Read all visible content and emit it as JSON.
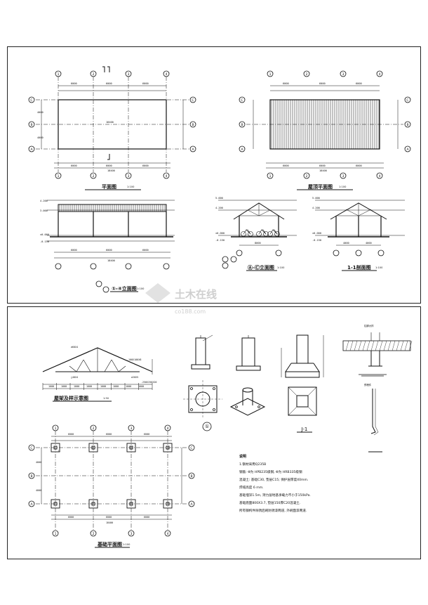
{
  "top_sheet": {
    "plan": {
      "title": "平面图",
      "scale": "1:100",
      "top_dims": [
        "6000",
        "6000",
        "6000"
      ],
      "bottom_dims": [
        "6000",
        "6000",
        "6000"
      ],
      "total": "18400",
      "side_dims": [
        "4000",
        "4000"
      ],
      "axes_x": [
        "1",
        "2",
        "3",
        "4"
      ],
      "axes_y": [
        "C",
        "B",
        "A"
      ]
    },
    "roof_plan": {
      "title": "屋顶平面图",
      "scale": "1:100",
      "dims": [
        "6000",
        "6000",
        "6000"
      ],
      "total": "18400",
      "axes_x": [
        "1",
        "2",
        "3",
        "4"
      ],
      "axes_y": [
        "C",
        "B",
        "A"
      ]
    },
    "front_elevation": {
      "title": "①-④立面图",
      "scale": "1:100",
      "dims": [
        "6000",
        "6000",
        "6000"
      ],
      "total": "18400",
      "levels": [
        "4.200",
        "3.000",
        "±0.000",
        "-0.150"
      ]
    },
    "side_elevation": {
      "title": "Ⓐ-Ⓒ立面图",
      "scale": "1:100",
      "dims": [
        "8000"
      ],
      "levels": [
        "5.000",
        "4.200",
        "±0.000",
        "-0.150"
      ]
    },
    "section": {
      "title": "1-1剖面图",
      "scale": "1:100",
      "dims": [
        "4000",
        "4000"
      ],
      "levels": [
        "5.000",
        "4.200",
        "±0.000",
        "-0.150"
      ]
    }
  },
  "bottom_sheet": {
    "truss": {
      "title": "屋架及样示意图",
      "scale": "1:50",
      "labels": [
        "∅60X4",
        "□40X4",
        "∅20X5",
        "-100X100X8",
        "-250X250X20"
      ],
      "dims": [
        "1000",
        "1000",
        "1000",
        "1000",
        "1000",
        "1000",
        "1000",
        "1000"
      ]
    },
    "foundation": {
      "title": "基础平面图",
      "scale": "1:100",
      "top_dims": [
        "6000",
        "6000",
        "6000"
      ],
      "bottom_dims": [
        "6000",
        "6000",
        "6000"
      ],
      "total": "18400",
      "side_dims": [
        "4000",
        "4000"
      ],
      "axes_x": [
        "1",
        "2",
        "3",
        "4"
      ],
      "axes_y": [
        "C",
        "B",
        "A"
      ],
      "footing_label": "J1"
    },
    "details": {
      "detail_mark": "①",
      "section_label": "J-1",
      "anchor_label": "预埋件",
      "right_label": "柱脚大样"
    },
    "notes": {
      "heading": "说明",
      "lines": [
        "1.钢材采用Q235B",
        "钢筋: Φ为 HPB235级钢, Φ为 HRB335级钢",
        "混凝土: 基础C30, 垫层C15; 保护层厚度40mm.",
        "焊缝高度 6 mm.",
        "基础埋深1.5m, 持力层地基承载力不小于150kPa.",
        "基础底面800X3.7, 垫层150厚C20混凝土.",
        "所有钢构件除锈后刷防锈漆两道, 外刷面漆两道."
      ]
    }
  },
  "watermark": {
    "text": "土木在线",
    "subtext": "co188.com"
  }
}
